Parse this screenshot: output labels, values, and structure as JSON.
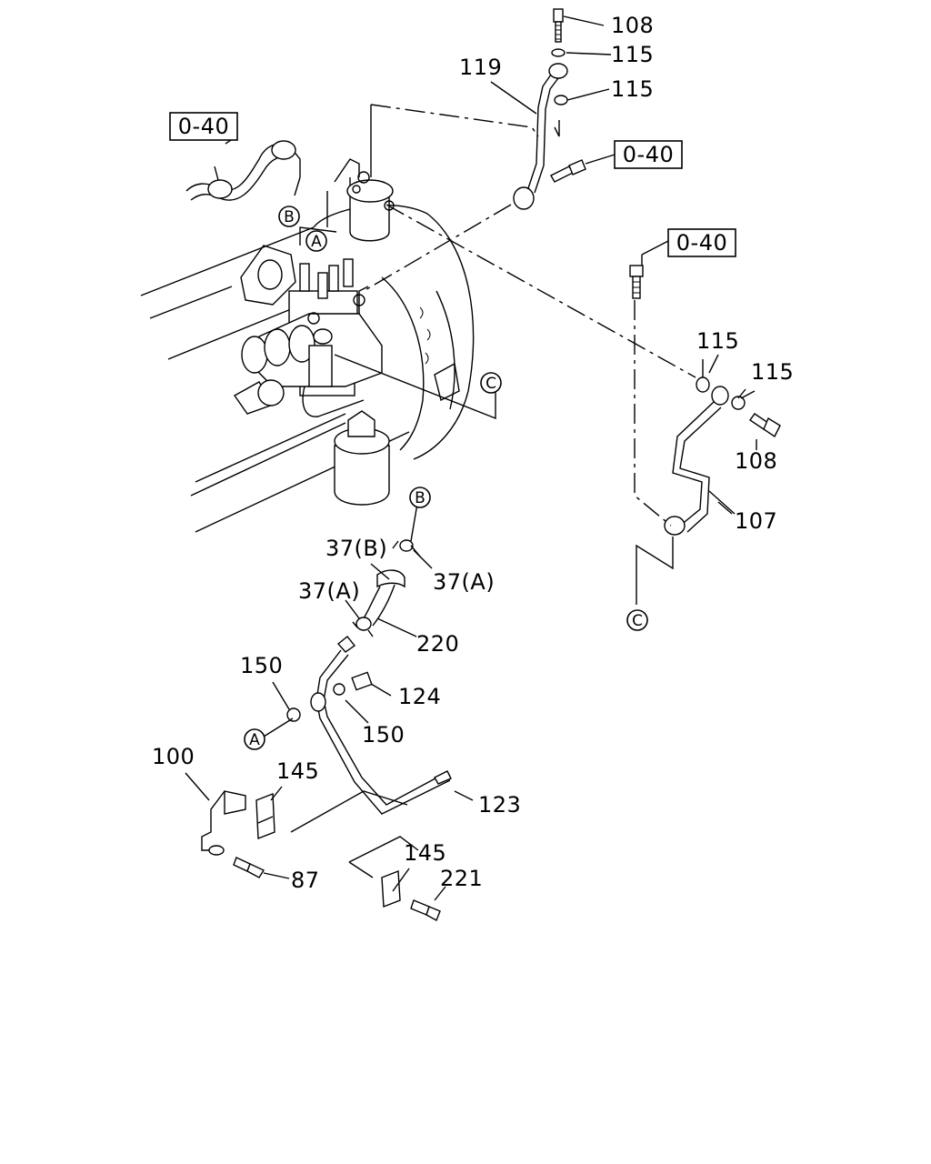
{
  "diagram": {
    "part_labels": {
      "p108_top": "108",
      "p115_a": "115",
      "p115_b": "115",
      "p119": "119",
      "p115_c": "115",
      "p115_d": "115",
      "p108_right": "108",
      "p107": "107",
      "p37b": "37(B)",
      "p37a_right": "37(A)",
      "p37a_left": "37(A)",
      "p220": "220",
      "p150_a": "150",
      "p124": "124",
      "p150_b": "150",
      "p100": "100",
      "p145_a": "145",
      "p123": "123",
      "p87": "87",
      "p145_b": "145",
      "p221": "221"
    },
    "ref_boxes": {
      "ref_left": "0-40",
      "ref_mid": "0-40",
      "ref_right": "0-40"
    },
    "callouts": {
      "a_upper": "A",
      "a_lower": "A",
      "b_upper": "B",
      "b_lower": "B",
      "c_upper": "C",
      "c_lower": "C"
    }
  }
}
